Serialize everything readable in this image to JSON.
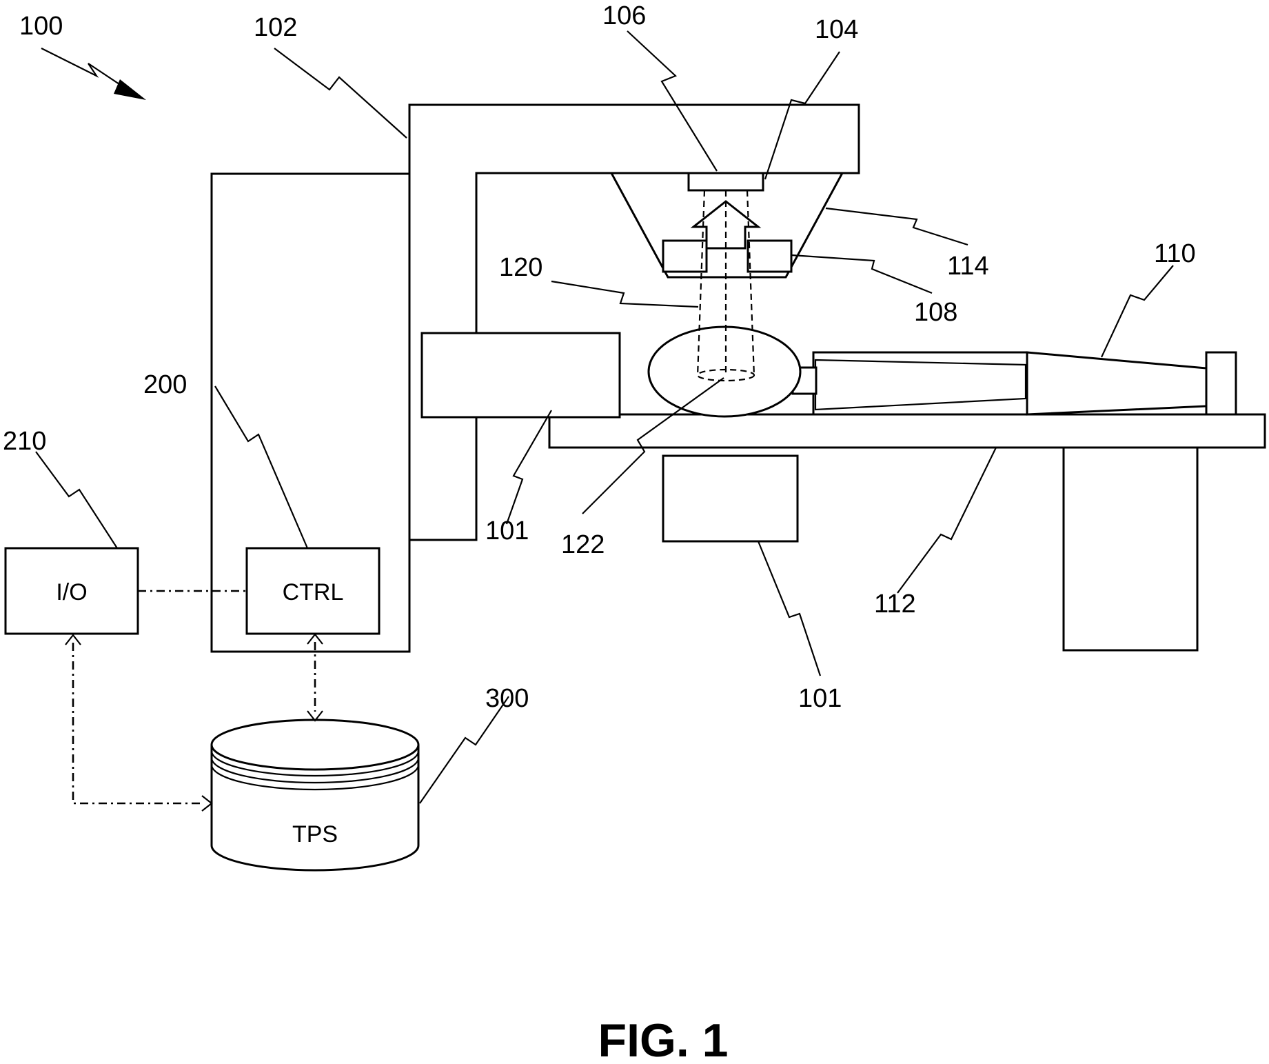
{
  "figure_title": "FIG. 1",
  "reference_numerals": {
    "system": "100",
    "gantry": "102",
    "radiation_source": "104",
    "detector": "106",
    "collimator": "108",
    "patient": "110",
    "couch": "112",
    "head_housing": "114",
    "beam": "120",
    "target": "122",
    "imaging_device_left": "101",
    "imaging_device_bottom": "101",
    "controller": "200",
    "io_device": "210",
    "planning_system": "300"
  },
  "boxes": {
    "io": "I/O",
    "ctrl": "CTRL",
    "tps": "TPS"
  }
}
